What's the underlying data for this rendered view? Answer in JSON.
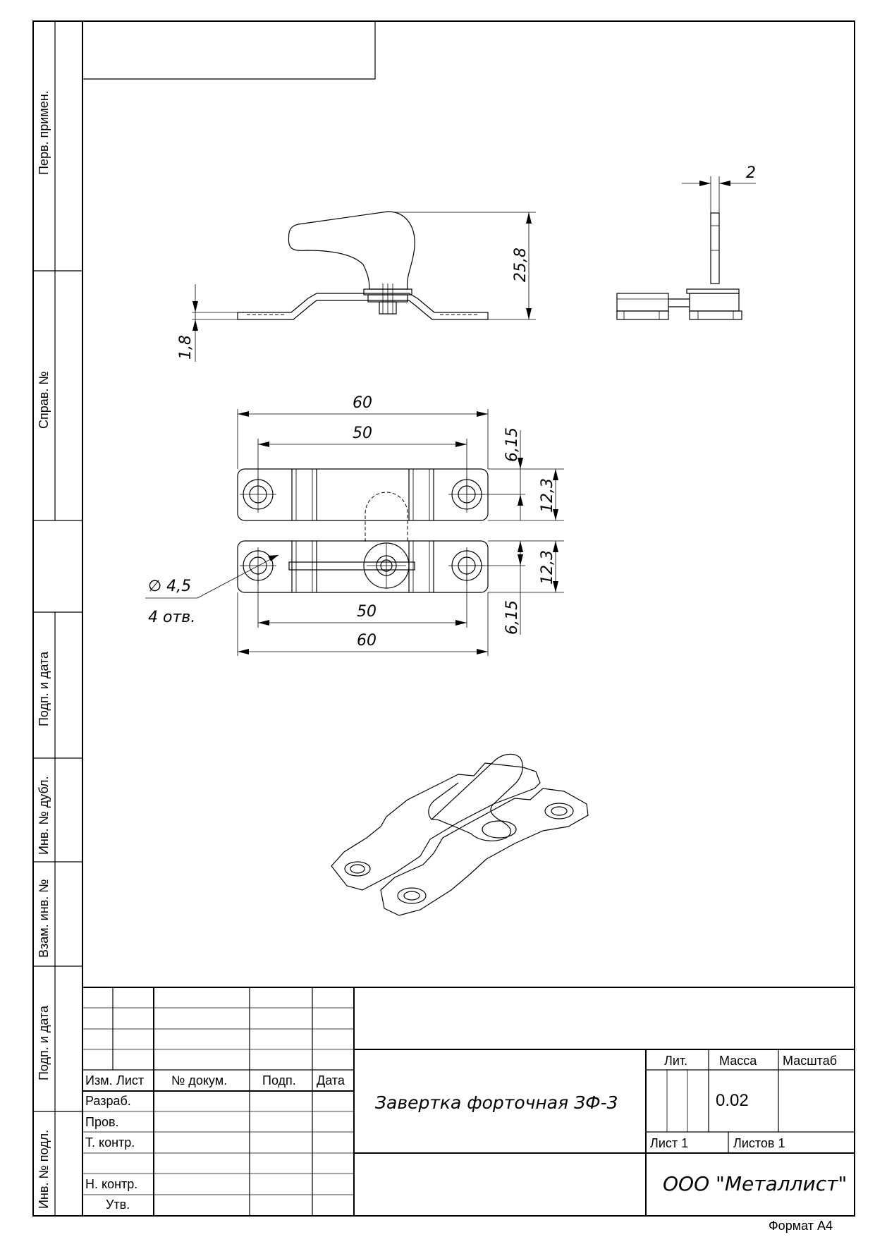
{
  "side_labels": {
    "perv_primen": "Перв. примен.",
    "sprav_no": "Справ. №",
    "podp_data_1": "Подп. и дата",
    "inv_dubl": "Инв. № дубл.",
    "vzam_inv": "Взам. инв. №",
    "podp_data_2": "Подп. и дата",
    "inv_podl": "Инв. № подл."
  },
  "dimensions": {
    "top_width": "2",
    "height": "25,8",
    "thickness": "1,8",
    "length_outer_top": "60",
    "length_inner_top": "50",
    "offset_top": "6,15",
    "width_top": "12,3",
    "width_bottom": "12,3",
    "offset_bottom": "6,15",
    "length_inner_bottom": "50",
    "length_outer_bottom": "60",
    "hole_diameter": "∅ 4,5",
    "hole_count": "4 отв."
  },
  "title_block": {
    "headers": {
      "izm": "Изм.",
      "list": "Лист",
      "doc_no": "№ докум.",
      "podp": "Подп.",
      "data": "Дата"
    },
    "roles": [
      "Разраб.",
      "Пров.",
      "Т. контр.",
      "",
      "Н. контр.",
      "Утв."
    ],
    "document_name": "Завертка форточная ЗФ-3",
    "lit_label": "Лит.",
    "mass_label": "Масса",
    "scale_label": "Масштаб",
    "mass_value": "0.02",
    "sheet": "Лист 1",
    "sheets_total": "Листов 1",
    "organization": "ООО \"Металлист\""
  },
  "format_label": "Формат А4"
}
